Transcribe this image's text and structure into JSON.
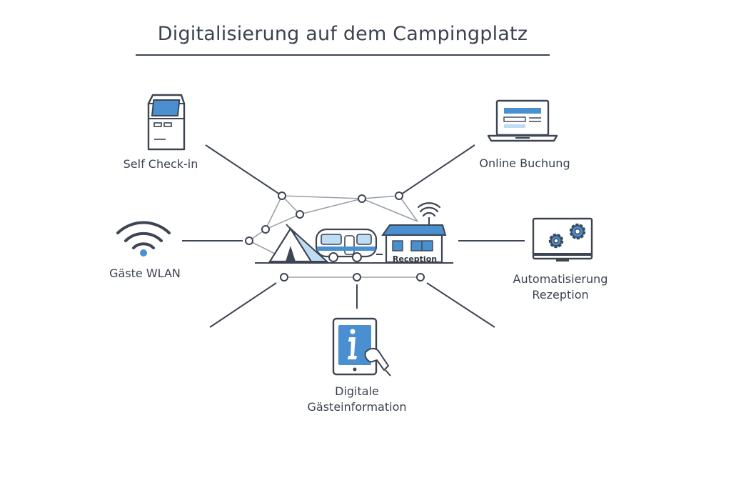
{
  "title": "Digitalisierung auf dem Campingplatz",
  "hub": {
    "reception_label": "Reception"
  },
  "features": {
    "self_checkin": "Self Check-in",
    "online_booking": "Online Buchung",
    "guest_wifi": "Gäste WLAN",
    "automation": [
      "Automatisierung",
      "Rezeption"
    ],
    "guest_info": [
      "Digitale",
      "Gästeinformation"
    ]
  },
  "icons": {
    "self_checkin": "kiosk-terminal-icon",
    "online_booking": "laptop-icon",
    "guest_wifi": "wifi-icon",
    "automation": "monitor-gears-icon",
    "guest_info": "tablet-info-icon",
    "hub": [
      "tent-icon",
      "caravan-icon",
      "reception-building-icon"
    ]
  },
  "colors": {
    "line": "#3d4452",
    "accent_blue": "#4a90d0",
    "light_blue": "#bfdcf2",
    "node_fill": "#ffffff"
  }
}
